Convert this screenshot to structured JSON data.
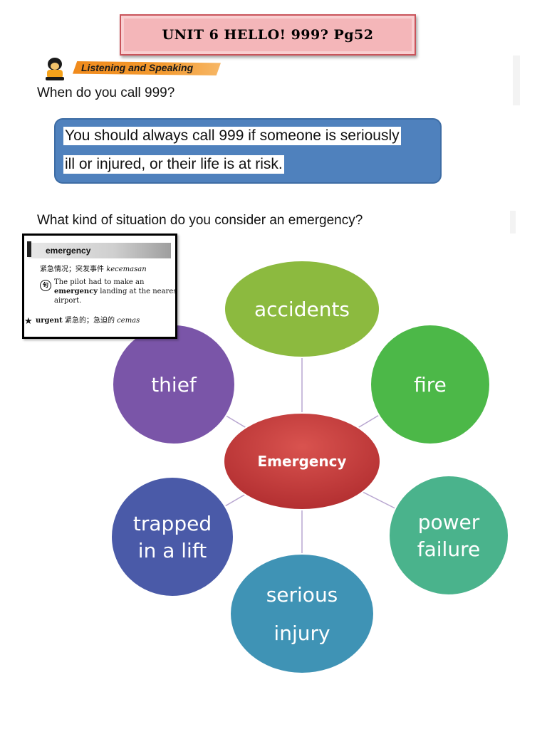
{
  "title": "UNIT 6 HELLO! 999? Pg52",
  "section_label": "Listening and Speaking",
  "question1": "When do you call 999?",
  "answer": {
    "line1": "You should always call 999 if someone is seriously",
    "line2": "ill or injured, or their life is at risk."
  },
  "question2": "What kind of situation do you consider an emergency?",
  "dictionary": {
    "headword": "emergency",
    "translation_zh": "紧急情况；突发事件",
    "translation_ms": "kecemasan",
    "example_line1": "The pilot had to make an",
    "example_word": "emergency",
    "example_line2": "landing at the nearest",
    "example_line3": "airport.",
    "badge": "句",
    "related_word": "urgent",
    "related_zh": "紧急的；急迫的",
    "related_ms": "cemas"
  },
  "mind_map": {
    "center": {
      "label": "Emergency",
      "color": "#c0393b"
    },
    "nodes": [
      {
        "id": "accidents",
        "lines": [
          "accidents"
        ],
        "color": "#8cba3f"
      },
      {
        "id": "fire",
        "lines": [
          "fire"
        ],
        "color": "#4cb848"
      },
      {
        "id": "power-failure",
        "lines": [
          "power",
          "failure"
        ],
        "color": "#4ab38c"
      },
      {
        "id": "serious-injury",
        "lines": [
          "serious",
          "injury"
        ],
        "color": "#3f93b5"
      },
      {
        "id": "trapped-in-a-lift",
        "lines": [
          "trapped",
          "in a lift"
        ],
        "color": "#4a5aa8"
      },
      {
        "id": "thief",
        "lines": [
          "thief"
        ],
        "color": "#7a55a8"
      }
    ],
    "connector_color": "#b8a6d0"
  }
}
